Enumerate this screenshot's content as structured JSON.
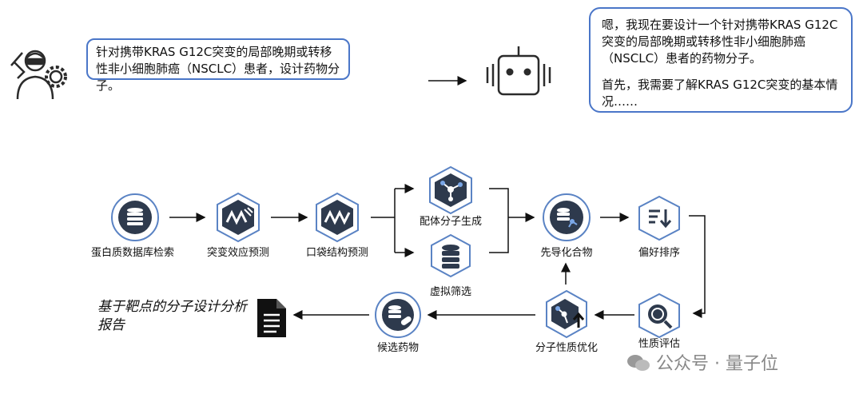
{
  "user_message": "针对携带KRAS G12C突变的局部晚期或转移性非小细胞肺癌（NSCLC）患者，设计药物分子。",
  "agent_message": {
    "line1": "嗯，我现在要设计一个针对携带KRAS G12C突变的局部晚期或转移性非小细胞肺癌（NSCLC）患者的药物分子。",
    "line2": "首先，我需要了解KRAS G12C突变的基本情况……"
  },
  "icons": {
    "user": "scientist-with-gear-icon",
    "agent": "robot-icon"
  },
  "workflow": {
    "protein_db_search": "蛋白质数据库检索",
    "mutation_effect": "突变效应预测",
    "pocket_structure": "口袋结构预测",
    "ligand_generation": "配体分子生成",
    "virtual_screening": "虚拟筛选",
    "lead_compound": "先导化合物",
    "preference_ranking": "偏好排序",
    "property_evaluation": "性质评估",
    "property_optimization": "分子性质优化",
    "candidate_drugs": "候选药物",
    "report": "基于靶点的分子设计分析报告"
  },
  "colors": {
    "bubble_border": "#4a76c8",
    "icon_dark": "#2e3a4d",
    "icon_frame": "#5a83c4",
    "accent": "#3d5fa3"
  },
  "watermark": "公众号 · 量子位"
}
